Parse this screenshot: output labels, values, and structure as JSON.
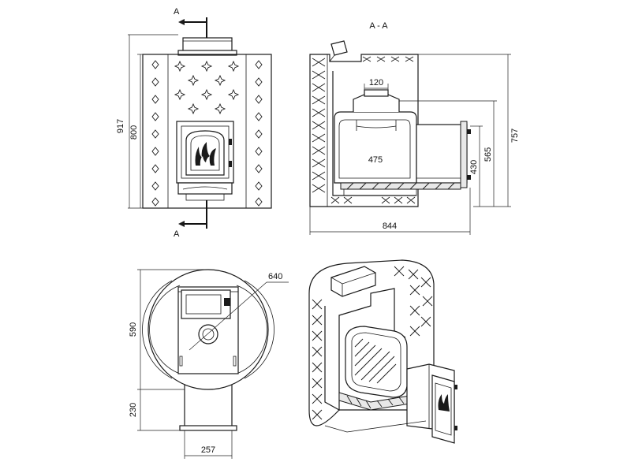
{
  "section_marker": "A",
  "section_title": "A - A",
  "dimensions": {
    "front_total_height": "917",
    "front_body_height": "800",
    "section_width": "844",
    "section_height": "757",
    "firebox_top_height": "565",
    "firebox_height": "430",
    "firebox_length": "475",
    "chimney_width": "120",
    "top_view_diameter": "640",
    "top_view_depth": "590",
    "tunnel_length": "230",
    "tunnel_width": "257"
  }
}
